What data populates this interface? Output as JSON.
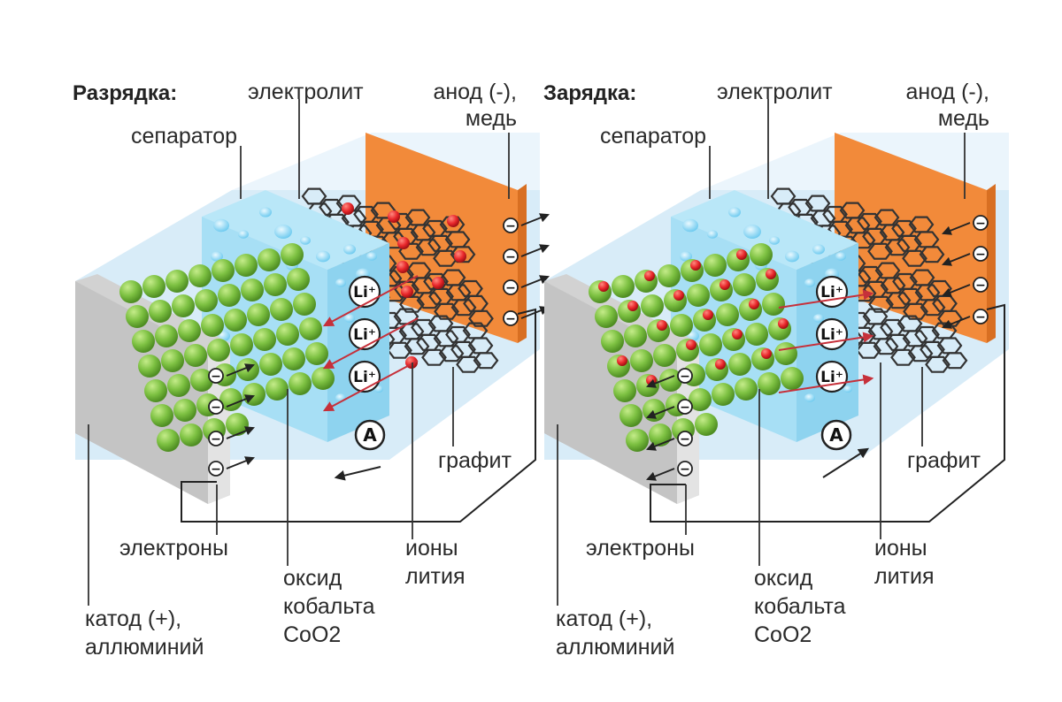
{
  "panels": [
    {
      "id": "discharge",
      "title": "Разрядка:",
      "electrolyte": "электролит",
      "separator": "сепаратор",
      "anode_line1": "анод (-),",
      "anode_line2": "медь",
      "graphite": "графит",
      "electrons": "электроны",
      "ions_line1": "ионы",
      "ions_line2": "лития",
      "oxide_line1": "оксид",
      "oxide_line2": "кобальта",
      "oxide_line3": "CoO2",
      "cathode_line1": "катод (+),",
      "cathode_line2": "аллюминий",
      "ion_badge": "Li⁺",
      "ammeter": "A",
      "electron_sign": "−"
    },
    {
      "id": "charge",
      "title": "Зарядка:",
      "electrolyte": "электролит",
      "separator": "сепаратор",
      "anode_line1": "анод (-),",
      "anode_line2": "медь",
      "graphite": "графит",
      "electrons": "электроны",
      "ions_line1": "ионы",
      "ions_line2": "лития",
      "oxide_line1": "оксид",
      "oxide_line2": "кобальта",
      "oxide_line3": "CoO2",
      "cathode_line1": "катод (+),",
      "cathode_line2": "аллюминий",
      "ion_badge": "Li⁺",
      "ammeter": "A",
      "electron_sign": "−"
    }
  ],
  "colors": {
    "electrolyte": "#d8ecf8",
    "separator": "#9fdcf5",
    "anode": "#f28a3a",
    "cathode": "#c8c8c8",
    "cobalt_oxide": "#7dc142",
    "lithium_ion": "#e8262a",
    "arrow_ion": "#c6303a",
    "graphite": "#333333"
  }
}
